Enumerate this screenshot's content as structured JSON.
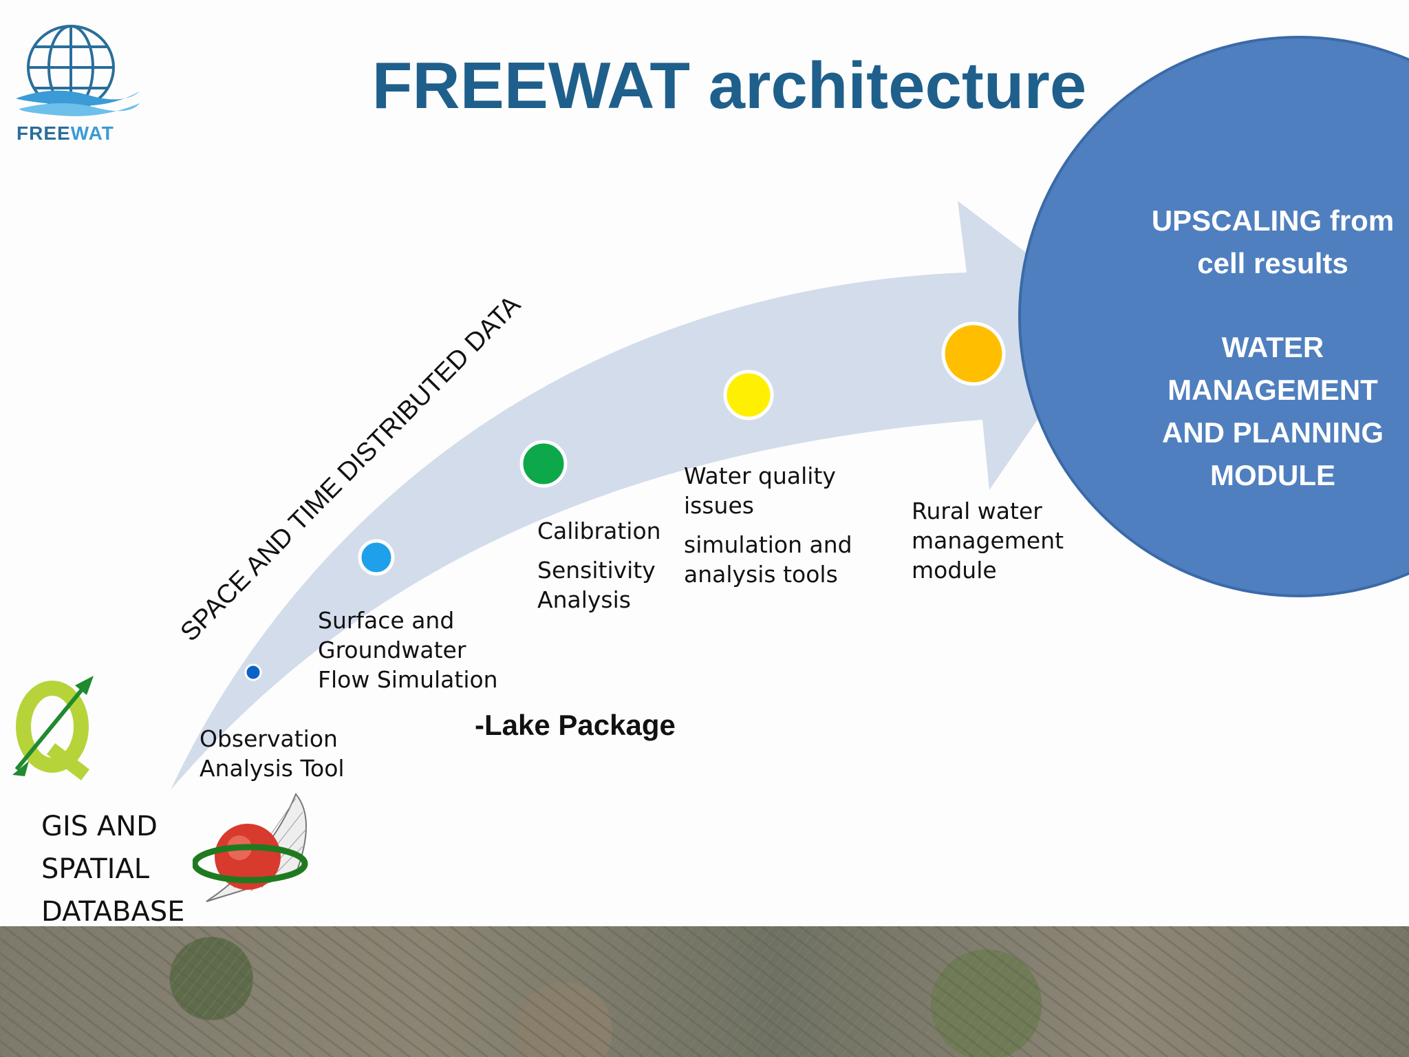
{
  "logo": {
    "text_free": "FREE",
    "text_wat": "WAT"
  },
  "title": "FREEWAT architecture",
  "diagram": {
    "rotated_label": "SPACE AND TIME DISTRIBUTED DATA",
    "steps": [
      {
        "lines": [
          "Observation",
          "Analysis Tool"
        ],
        "dot_color": "#0b63c7"
      },
      {
        "lines": [
          "Surface and",
          "Groundwater",
          "Flow Simulation"
        ],
        "dot_color": "#1fa0ea"
      },
      {
        "lines": [
          "Calibration"
        ],
        "extra_lines": [
          "Sensitivity",
          "Analysis"
        ],
        "dot_color": "#0da84a"
      },
      {
        "lines": [
          "Water quality",
          "issues"
        ],
        "extra_lines": [
          "simulation and",
          "analysis  tools"
        ],
        "dot_color": "#ffef00"
      },
      {
        "lines": [
          "Rural water",
          "management",
          "module"
        ],
        "dot_color": "#ffbf00"
      }
    ],
    "lake_package": "-Lake Package",
    "gis_lines": [
      "GIS AND",
      "SPATIAL",
      "DATABASE"
    ],
    "circle": {
      "line1": "UPSCALING from",
      "line2": "cell results",
      "line3": "WATER",
      "line4": "MANAGEMENT",
      "line5": "AND PLANNING",
      "line6": "MODULE"
    }
  },
  "colors": {
    "title": "#1f5f8b",
    "arrow": "#d3dcea",
    "circle": "#4f7fbf",
    "circle_border": "#3a6aa8"
  }
}
